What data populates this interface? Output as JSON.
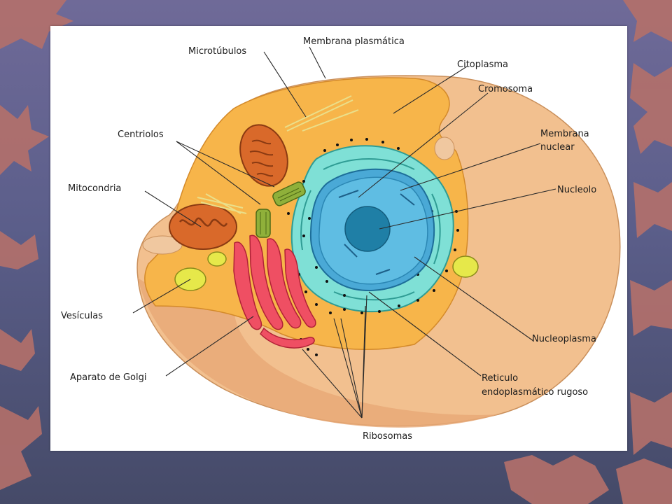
{
  "labels": {
    "microtubulos": "Microtúbulos",
    "membrana_plasmatica": "Membrana plasmática",
    "citoplasma": "Citoplasma",
    "cromosoma": "Cromosoma",
    "membrana_nuclear_1": "Membrana",
    "membrana_nuclear_2": "nuclear",
    "centriolos": "Centriolos",
    "nucleolo": "Nucleolo",
    "mitocondria": "Mitocondria",
    "vesiculas": "Vesículas",
    "nucleoplasma": "Nucleoplasma",
    "aparato_golgi": "Aparato de Golgi",
    "reticulo_1": "Reticulo",
    "reticulo_2": "endoplasmático rugoso",
    "ribosomas": "Ribosomas"
  },
  "colors": {
    "background": "#5b5e8a",
    "leaf": "#b4706a",
    "cell_body": "#f2c08f",
    "cytoplasm": "#f7b54a",
    "nucleus": "#4aa9d6",
    "nucleolus": "#1f7fa6",
    "er": "#7fe0d6",
    "golgi": "#ef4f63",
    "mitochondria": "#d9692a",
    "vesicle": "#e6e84a",
    "centriole": "#8fb03a"
  }
}
